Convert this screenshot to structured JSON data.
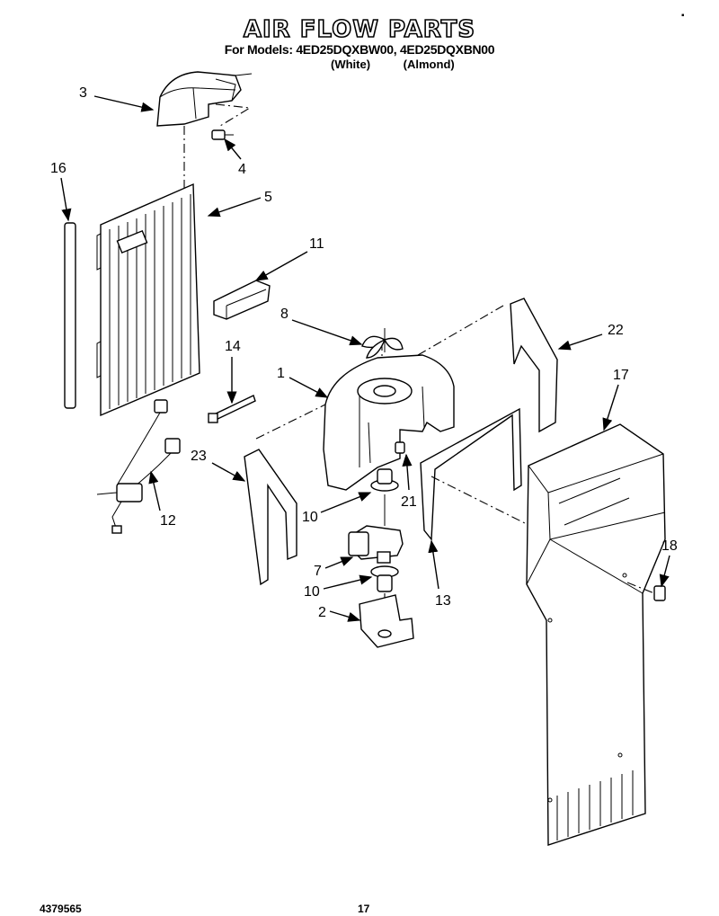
{
  "header": {
    "title": "AIR FLOW PARTS",
    "models": "For Models: 4ED25DQXBW00, 4ED25DQXBN00",
    "variant_white": "(White)",
    "variant_almond": "(Almond)"
  },
  "footer": {
    "doc_number": "4379565",
    "page_number": "17"
  },
  "corner_mark": "▪",
  "callouts": {
    "c1": "1",
    "c2": "2",
    "c3": "3",
    "c4": "4",
    "c5": "5",
    "c7": "7",
    "c8": "8",
    "c10a": "10",
    "c10b": "10",
    "c11": "11",
    "c12": "12",
    "c13": "13",
    "c14": "14",
    "c16": "16",
    "c17": "17",
    "c18": "18",
    "c21": "21",
    "c22": "22",
    "c23": "23"
  }
}
